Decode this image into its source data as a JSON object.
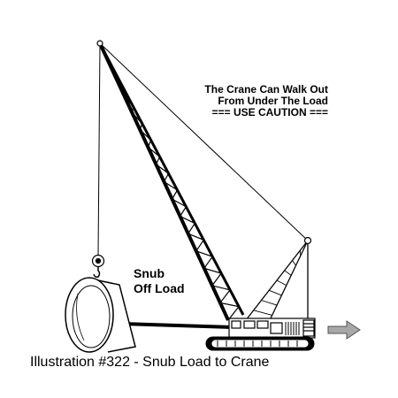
{
  "caution": {
    "line1": "The Crane Can Walk Out",
    "line2": "From Under The Load",
    "line3": "=== USE CAUTION ==="
  },
  "snub": {
    "line1": "Snub",
    "line2": "Off Load"
  },
  "caption": "Illustration #322 - Snub Load to Crane"
}
